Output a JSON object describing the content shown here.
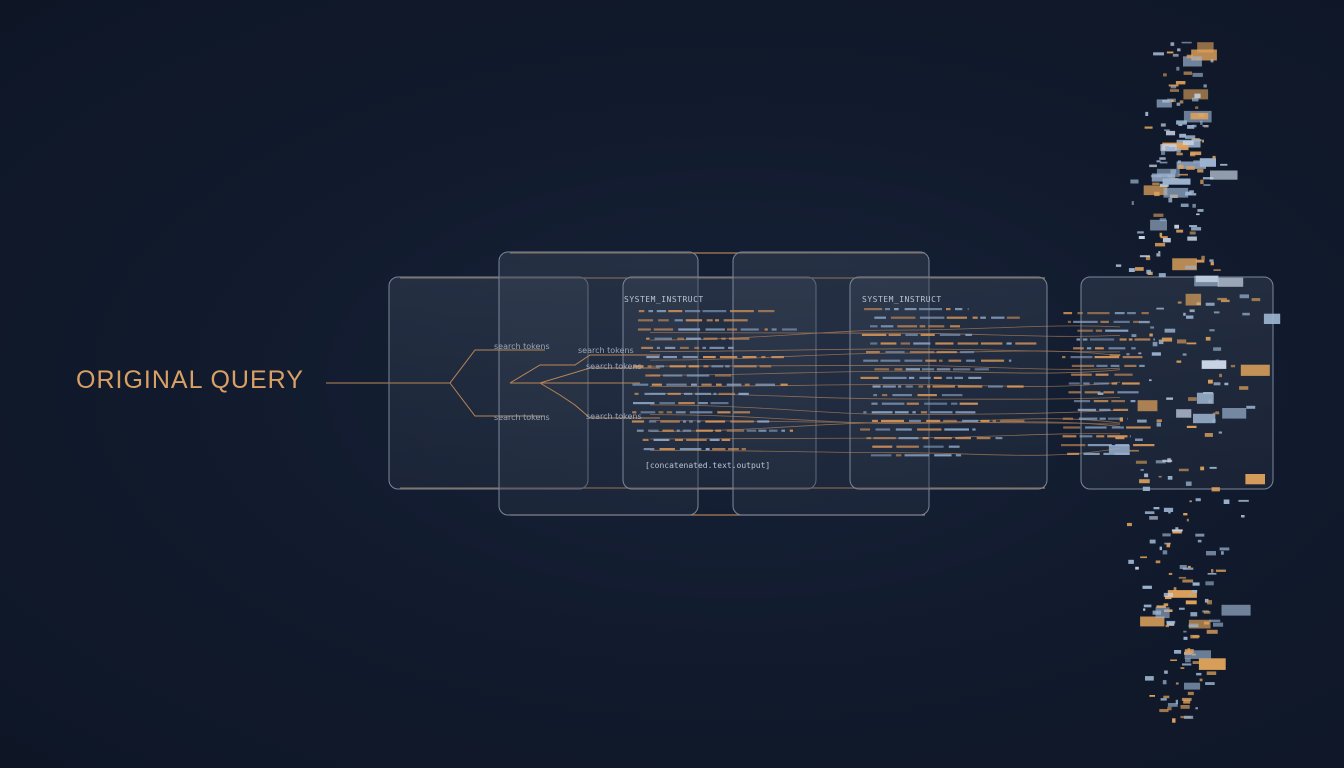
{
  "query": {
    "label": "ORIGINAL QUERY"
  },
  "panel1": {
    "tokens": [
      "search tokens",
      "search tokens",
      "search tokens"
    ],
    "branch_labels": [
      "search tokens",
      "search tokens"
    ]
  },
  "panel3": {
    "title": "SYSTEM_INSTRUCT",
    "footer": "[concatenated.text.output]"
  },
  "panel5": {
    "title": "SYSTEM_INSTRUCT"
  },
  "colors": {
    "background": "#111a2c",
    "accent_orange": "#d9a066",
    "panel_border": "#6f7a8c",
    "code_blue": "#9fb6d4",
    "block_blue": "#9cb4d0",
    "block_orange": "#e0a35c"
  }
}
